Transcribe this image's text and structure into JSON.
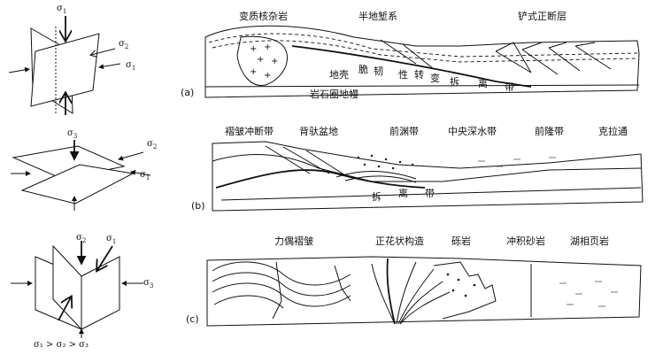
{
  "panel_a": {
    "tag": "(a)",
    "titles": [
      "变质核杂岩",
      "半地堑系",
      "铲式正断层"
    ],
    "labels": [
      "地壳",
      "脆",
      "韧",
      "性",
      "转",
      "变",
      "拆",
      "离",
      "带",
      "岩石圈地幔"
    ]
  },
  "panel_b": {
    "tag": "(b)",
    "titles": [
      "褶皱冲断带",
      "背驮盆地",
      "前渊带",
      "中央深水带",
      "前隆带",
      "克拉通"
    ],
    "labels": [
      "拆",
      "离",
      "带"
    ]
  },
  "panel_c": {
    "tag": "(c)",
    "titles": [
      "力偶褶皱",
      "正花状构造",
      "砾岩",
      "冲积砂岩",
      "湖相页岩"
    ]
  },
  "stress": {
    "sigma": "σ",
    "sub1": "1",
    "sub2": "2",
    "sub3": "3",
    "relation": "σ₁ > σ₂ > σ₃"
  }
}
